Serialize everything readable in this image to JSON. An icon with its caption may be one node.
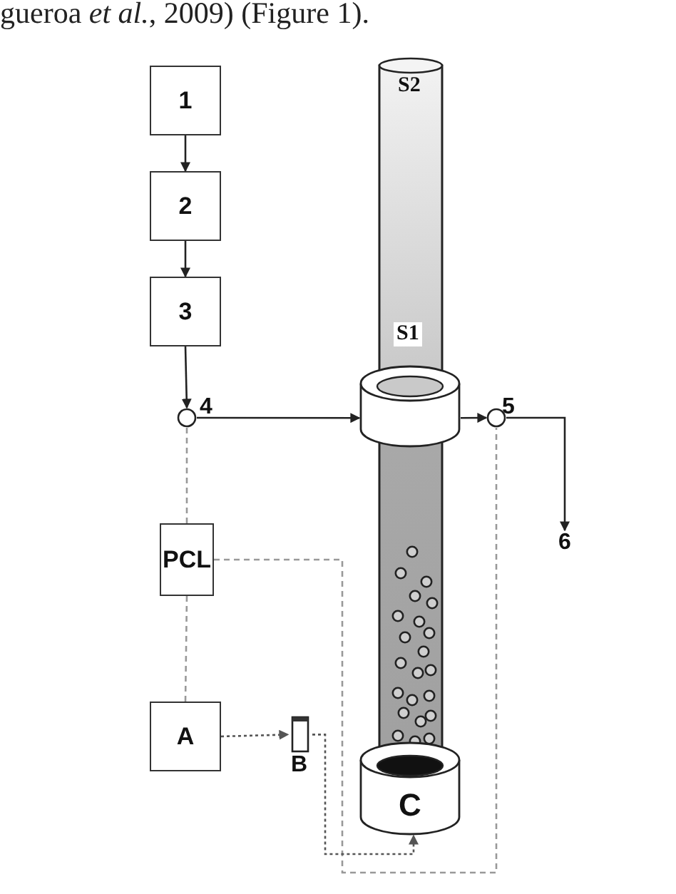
{
  "diagram": {
    "nodes": [
      {
        "text": [
          "1"
        ]
      },
      {
        "text": [
          "2"
        ]
      },
      {
        "text": [
          "3"
        ]
      },
      {
        "text": [],
        "shape": "circle",
        "beside": [
          "4"
        ]
      },
      {
        "text": [
          "S2",
          "S1"
        ]
      },
      {
        "text": [],
        "shape": "cylinder"
      },
      {
        "text": [],
        "shape": "circle",
        "beside": [
          "5"
        ]
      },
      {
        "text": [
          "6"
        ]
      },
      {
        "text": [
          "PCL"
        ]
      },
      {
        "text": [
          "A"
        ]
      },
      {
        "text": [
          "B"
        ]
      },
      {
        "text": [
          "C"
        ]
      }
    ],
    "edges": [
      {
        "from": 0,
        "to": 1,
        "arrow": "to"
      },
      {
        "from": 1,
        "to": 2,
        "arrow": "to"
      },
      {
        "from": 2,
        "to": 3,
        "arrow": "to"
      },
      {
        "from": 3,
        "to": 5,
        "arrow": "to"
      },
      {
        "from": 5,
        "to": 6,
        "arrow": "to"
      },
      {
        "from": 6,
        "to": 7,
        "arrow": "to"
      },
      {
        "from": 8,
        "to": 3,
        "arrow": "none",
        "style": "dashed",
        "color": "#999999"
      },
      {
        "from": 8,
        "to": 6,
        "arrow": "none",
        "style": "dashed",
        "color": "#999999"
      },
      {
        "from": 8,
        "to": 9,
        "arrow": "none",
        "style": "dashed",
        "color": "#999999"
      },
      {
        "from": 9,
        "to": 10,
        "arrow": "to",
        "style": "dashed",
        "color": "#555555"
      },
      {
        "from": 10,
        "to": 11,
        "arrow": "to",
        "style": "dashed",
        "color": "#555555"
      }
    ],
    "labels": [
      "gueroa *et al.*, 2009) (Figure 1)."
    ]
  }
}
